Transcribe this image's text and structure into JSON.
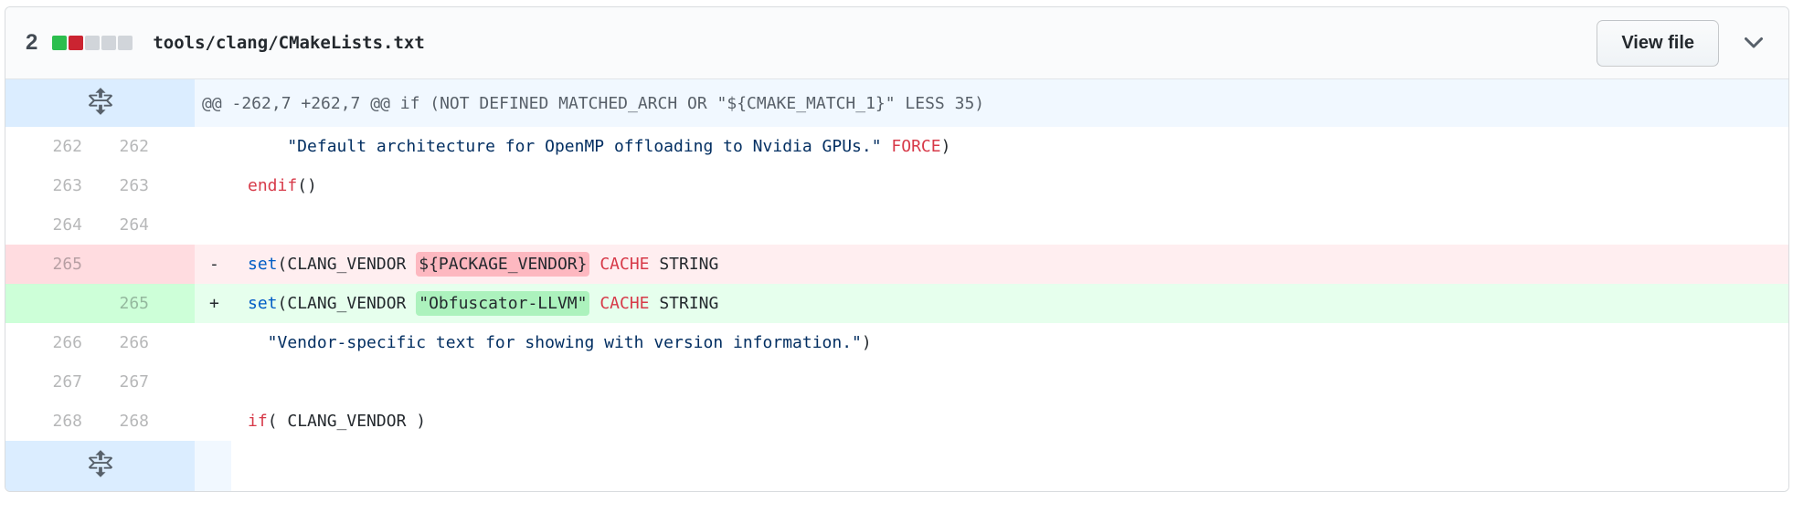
{
  "header": {
    "changes_count": "2",
    "diffstat_blocks": [
      "addition",
      "deletion",
      "neutral",
      "neutral",
      "neutral"
    ],
    "filename": "tools/clang/CMakeLists.txt",
    "view_file_label": "View file"
  },
  "diff": {
    "hunk_header": "@@ -262,7 +262,7 @@ if (NOT DEFINED MATCHED_ARCH OR \"${CMAKE_MATCH_1}\" LESS 35)",
    "rows": [
      {
        "type": "context",
        "old": "262",
        "new": "262",
        "marker": "",
        "segments": [
          {
            "text": "    \"Default architecture for OpenMP offloading to Nvidia GPUs.\"",
            "style": "string"
          },
          {
            "text": " ",
            "style": "plain"
          },
          {
            "text": "FORCE",
            "style": "keyword"
          },
          {
            "text": ")",
            "style": "plain"
          }
        ]
      },
      {
        "type": "context",
        "old": "263",
        "new": "263",
        "marker": "",
        "segments": [
          {
            "text": "endif",
            "style": "keyword"
          },
          {
            "text": "()",
            "style": "plain"
          }
        ]
      },
      {
        "type": "context",
        "old": "264",
        "new": "264",
        "marker": "",
        "segments": []
      },
      {
        "type": "deletion",
        "old": "265",
        "new": "",
        "marker": "-",
        "segments": [
          {
            "text": "set",
            "style": "function"
          },
          {
            "text": "(CLANG_VENDOR ",
            "style": "plain"
          },
          {
            "text": "${PACKAGE_VENDOR}",
            "style": "plain",
            "highlight": "deletion"
          },
          {
            "text": " ",
            "style": "plain"
          },
          {
            "text": "CACHE",
            "style": "keyword"
          },
          {
            "text": " STRING",
            "style": "plain"
          }
        ]
      },
      {
        "type": "addition",
        "old": "",
        "new": "265",
        "marker": "+",
        "segments": [
          {
            "text": "set",
            "style": "function"
          },
          {
            "text": "(CLANG_VENDOR ",
            "style": "plain"
          },
          {
            "text": "\"Obfuscator-LLVM\"",
            "style": "plain",
            "highlight": "addition"
          },
          {
            "text": " ",
            "style": "plain"
          },
          {
            "text": "CACHE",
            "style": "keyword"
          },
          {
            "text": " STRING",
            "style": "plain"
          }
        ]
      },
      {
        "type": "context",
        "old": "266",
        "new": "266",
        "marker": "",
        "segments": [
          {
            "text": "  \"Vendor-specific text for showing with version information.\"",
            "style": "string"
          },
          {
            "text": ")",
            "style": "plain"
          }
        ]
      },
      {
        "type": "context",
        "old": "267",
        "new": "267",
        "marker": "",
        "segments": []
      },
      {
        "type": "context",
        "old": "268",
        "new": "268",
        "marker": "",
        "segments": [
          {
            "text": "if",
            "style": "keyword"
          },
          {
            "text": "( CLANG_VENDOR )",
            "style": "plain"
          }
        ]
      }
    ]
  },
  "colors": {
    "diffstat_addition": "#2cbe4e",
    "diffstat_deletion": "#cb2431",
    "diffstat_neutral": "#d1d5da",
    "deletion_row_bg": "#ffeef0",
    "deletion_num_bg": "#ffdce0",
    "deletion_word_bg": "#fdb8c0",
    "addition_row_bg": "#e6ffed",
    "addition_num_bg": "#cdffd8",
    "addition_word_bg": "#acf2bd",
    "hunk_num_bg": "#dbedff",
    "hunk_code_bg": "#f1f8ff",
    "hunk_text": "#586069",
    "syntax_plain": "#24292e",
    "syntax_keyword": "#d73a49",
    "syntax_function": "#005cc5",
    "syntax_string": "#032f62"
  }
}
